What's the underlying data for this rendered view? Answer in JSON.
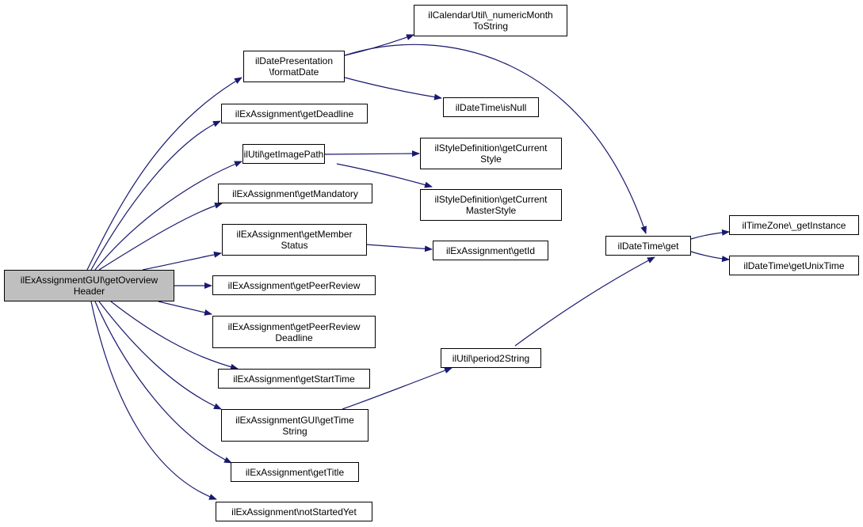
{
  "colors": {
    "edge": "#191970",
    "root_fill": "#bfbfbf",
    "node_fill": "#ffffff",
    "border": "#000000"
  },
  "nodes": {
    "root": {
      "l1": "ilExAssignmentGUI\\getOverview",
      "l2": "Header"
    },
    "formatDate": {
      "l1": "ilDatePresentation",
      "l2": "\\formatDate"
    },
    "getDeadline": {
      "l1": "ilExAssignment\\getDeadline"
    },
    "getImagePath": {
      "l1": "ilUtil\\getImagePath"
    },
    "getMandatory": {
      "l1": "ilExAssignment\\getMandatory"
    },
    "getMemberStatus": {
      "l1": "ilExAssignment\\getMember",
      "l2": "Status"
    },
    "getPeerReview": {
      "l1": "ilExAssignment\\getPeerReview"
    },
    "getPeerReviewDeadline": {
      "l1": "ilExAssignment\\getPeerReview",
      "l2": "Deadline"
    },
    "getStartTime": {
      "l1": "ilExAssignment\\getStartTime"
    },
    "getTimeString": {
      "l1": "ilExAssignmentGUI\\getTime",
      "l2": "String"
    },
    "getTitle": {
      "l1": "ilExAssignment\\getTitle"
    },
    "notStartedYet": {
      "l1": "ilExAssignment\\notStartedYet"
    },
    "numericMonth": {
      "l1": "ilCalendarUtil\\_numericMonth",
      "l2": "ToString"
    },
    "isNull": {
      "l1": "ilDateTime\\isNull"
    },
    "getCurrentStyle": {
      "l1": "ilStyleDefinition\\getCurrent",
      "l2": "Style"
    },
    "getCurrentMasterStyle": {
      "l1": "ilStyleDefinition\\getCurrent",
      "l2": "MasterStyle"
    },
    "getId": {
      "l1": "ilExAssignment\\getId"
    },
    "period2String": {
      "l1": "ilUtil\\period2String"
    },
    "dtGet": {
      "l1": "ilDateTime\\get"
    },
    "getInstance": {
      "l1": "ilTimeZone\\_getInstance"
    },
    "getUnixTime": {
      "l1": "ilDateTime\\getUnixTime"
    }
  }
}
